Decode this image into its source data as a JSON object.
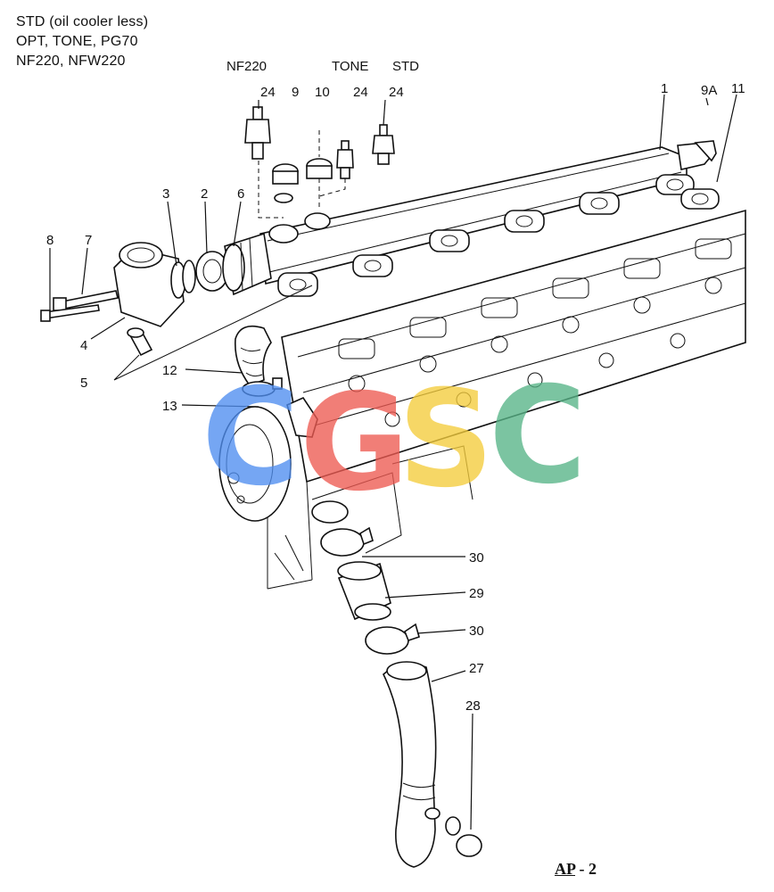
{
  "header": {
    "lines": [
      "STD (oil cooler less)",
      "OPT, TONE, PG70",
      "NF220, NFW220"
    ]
  },
  "columns": {
    "nf220": "NF220",
    "tone": "TONE",
    "std": "STD"
  },
  "callouts": {
    "p24a": "24",
    "p9": "9",
    "p10": "10",
    "p24b": "24",
    "p24c": "24",
    "p1": "1",
    "p9a": "9A",
    "p11": "11",
    "p3": "3",
    "p2": "2",
    "p6": "6",
    "p8": "8",
    "p7": "7",
    "p4": "4",
    "p5": "5",
    "p12": "12",
    "p13": "13",
    "p30a": "30",
    "p29": "29",
    "p30b": "30",
    "p27": "27",
    "p28": "28"
  },
  "watermark": {
    "letters": [
      "C",
      "G",
      "S",
      "C"
    ],
    "colors": [
      "#4f8ef0",
      "#ee5a52",
      "#f4cc3c",
      "#57b487"
    ]
  },
  "sheet_ref": {
    "code": "AP",
    "dash": " - ",
    "number": "2"
  }
}
